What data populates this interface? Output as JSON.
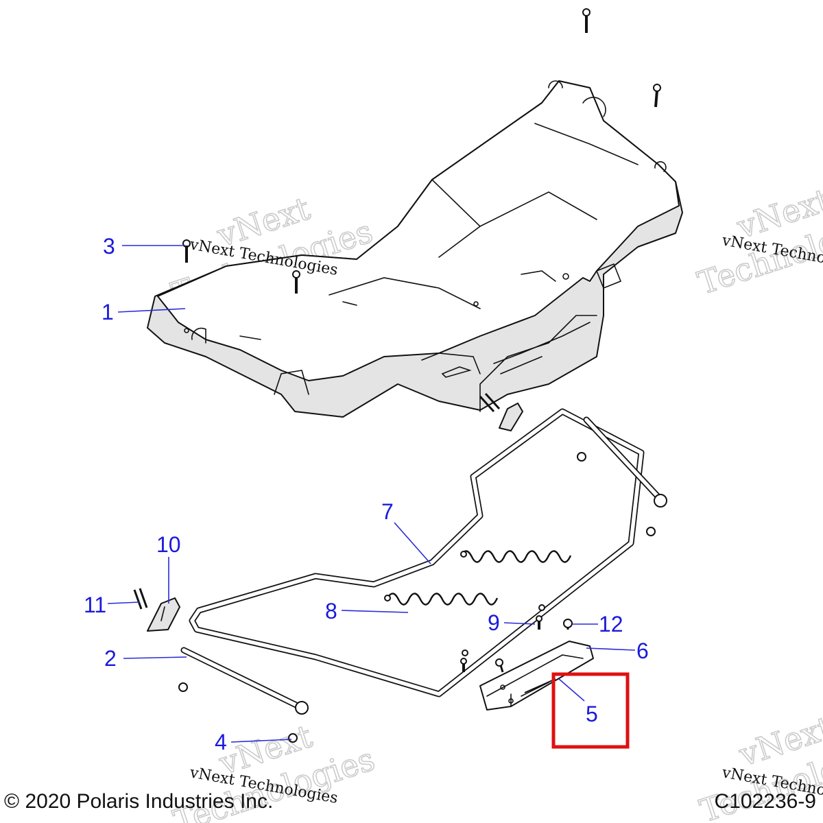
{
  "callouts": {
    "c1": "1",
    "c2": "2",
    "c3": "3",
    "c4": "4",
    "c5": "5",
    "c6": "6",
    "c7": "7",
    "c8": "8",
    "c9": "9",
    "c10": "10",
    "c11": "11",
    "c12": "12"
  },
  "watermark": {
    "brand_line1": "vNext",
    "brand_line2": "Technologies",
    "brand_full": "vNext Technologies"
  },
  "footer": {
    "copyright": "© 2020 Polaris Industries Inc.",
    "diagram_code": "C102236-9"
  },
  "colors": {
    "callout": "#1a1adc",
    "highlight": "#e01010"
  },
  "highlighted_callout": "5"
}
